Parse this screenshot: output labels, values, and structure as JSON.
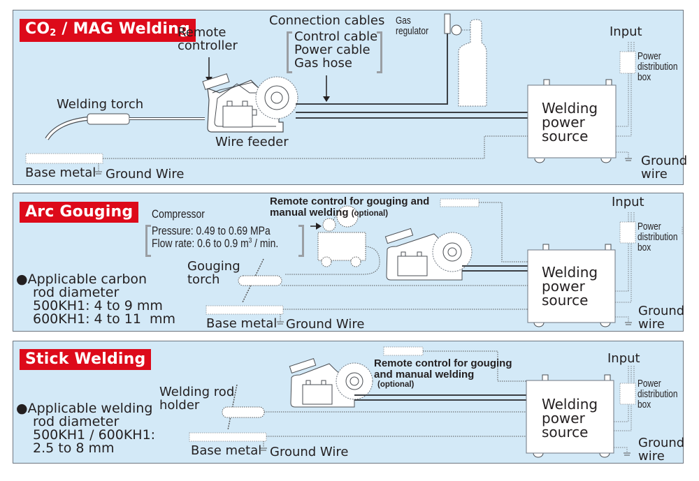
{
  "panels": {
    "co2": {
      "title_main": "CO",
      "title_sub": "2",
      "title_rest": " / MAG Welding",
      "remote_controller": [
        "Remote",
        "controller"
      ],
      "connection_cables": {
        "heading": "Connection cables",
        "items": [
          "Control cable",
          "Power cable",
          "Gas hose"
        ]
      },
      "gas_regulator": [
        "Gas",
        "regulator"
      ],
      "welding_torch": "Welding torch",
      "wire_feeder": "Wire feeder",
      "base_metal": "Base metal",
      "ground_wire": "Ground Wire",
      "input": "Input",
      "power_distribution_box": [
        "Power",
        "distribution",
        "box"
      ],
      "welding_power_source": [
        "Welding",
        "power",
        "source"
      ],
      "ground_wire_right": [
        "Ground",
        "wire"
      ]
    },
    "gouging": {
      "title": "Arc Gouging",
      "compressor": {
        "heading": "Compressor",
        "pressure": "Pressure: 0.49 to 0.69 MPa",
        "flow_rate_prefix": "Flow rate: 0.6 to 0.9 m",
        "flow_rate_sup": "3",
        "flow_rate_suffix": " / min."
      },
      "remote_control": [
        "Remote control for gouging and",
        "manual welding "
      ],
      "optional": "(optional)",
      "gouging_torch": [
        "Gouging",
        "torch"
      ],
      "spec": {
        "bullet": "●",
        "lines": [
          "Applicable carbon",
          "rod diameter",
          "500KH1: 4 to 9 mm",
          "600KH1: 4 to 11  mm"
        ]
      },
      "base_metal": "Base metal",
      "ground_wire": "Ground Wire",
      "input": "Input",
      "power_distribution_box": [
        "Power",
        "distribution",
        "box"
      ],
      "welding_power_source": [
        "Welding",
        "power",
        "source"
      ],
      "ground_wire_right": [
        "Ground",
        "wire"
      ]
    },
    "stick": {
      "title": "Stick Welding",
      "remote_control": [
        "Remote control for gouging",
        "and manual welding"
      ],
      "optional": "(optional)",
      "welding_rod_holder": [
        "Welding rod",
        "holder"
      ],
      "spec": {
        "bullet": "●",
        "lines": [
          "Applicable welding",
          "rod diameter",
          "500KH1 / 600KH1:",
          "2.5 to 8 mm"
        ]
      },
      "base_metal": "Base metal",
      "ground_wire": "Ground Wire",
      "input": "Input",
      "power_distribution_box": [
        "Power",
        "distribution",
        "box"
      ],
      "welding_power_source": [
        "Welding",
        "power",
        "source"
      ],
      "ground_wire_right": [
        "Ground",
        "wire"
      ]
    }
  },
  "colors": {
    "panel_bg": "#d3e9f7",
    "title_red": "#dd0a1a",
    "line_dark": "#3b3f44",
    "bracket_gray": "#9a9ea3"
  }
}
